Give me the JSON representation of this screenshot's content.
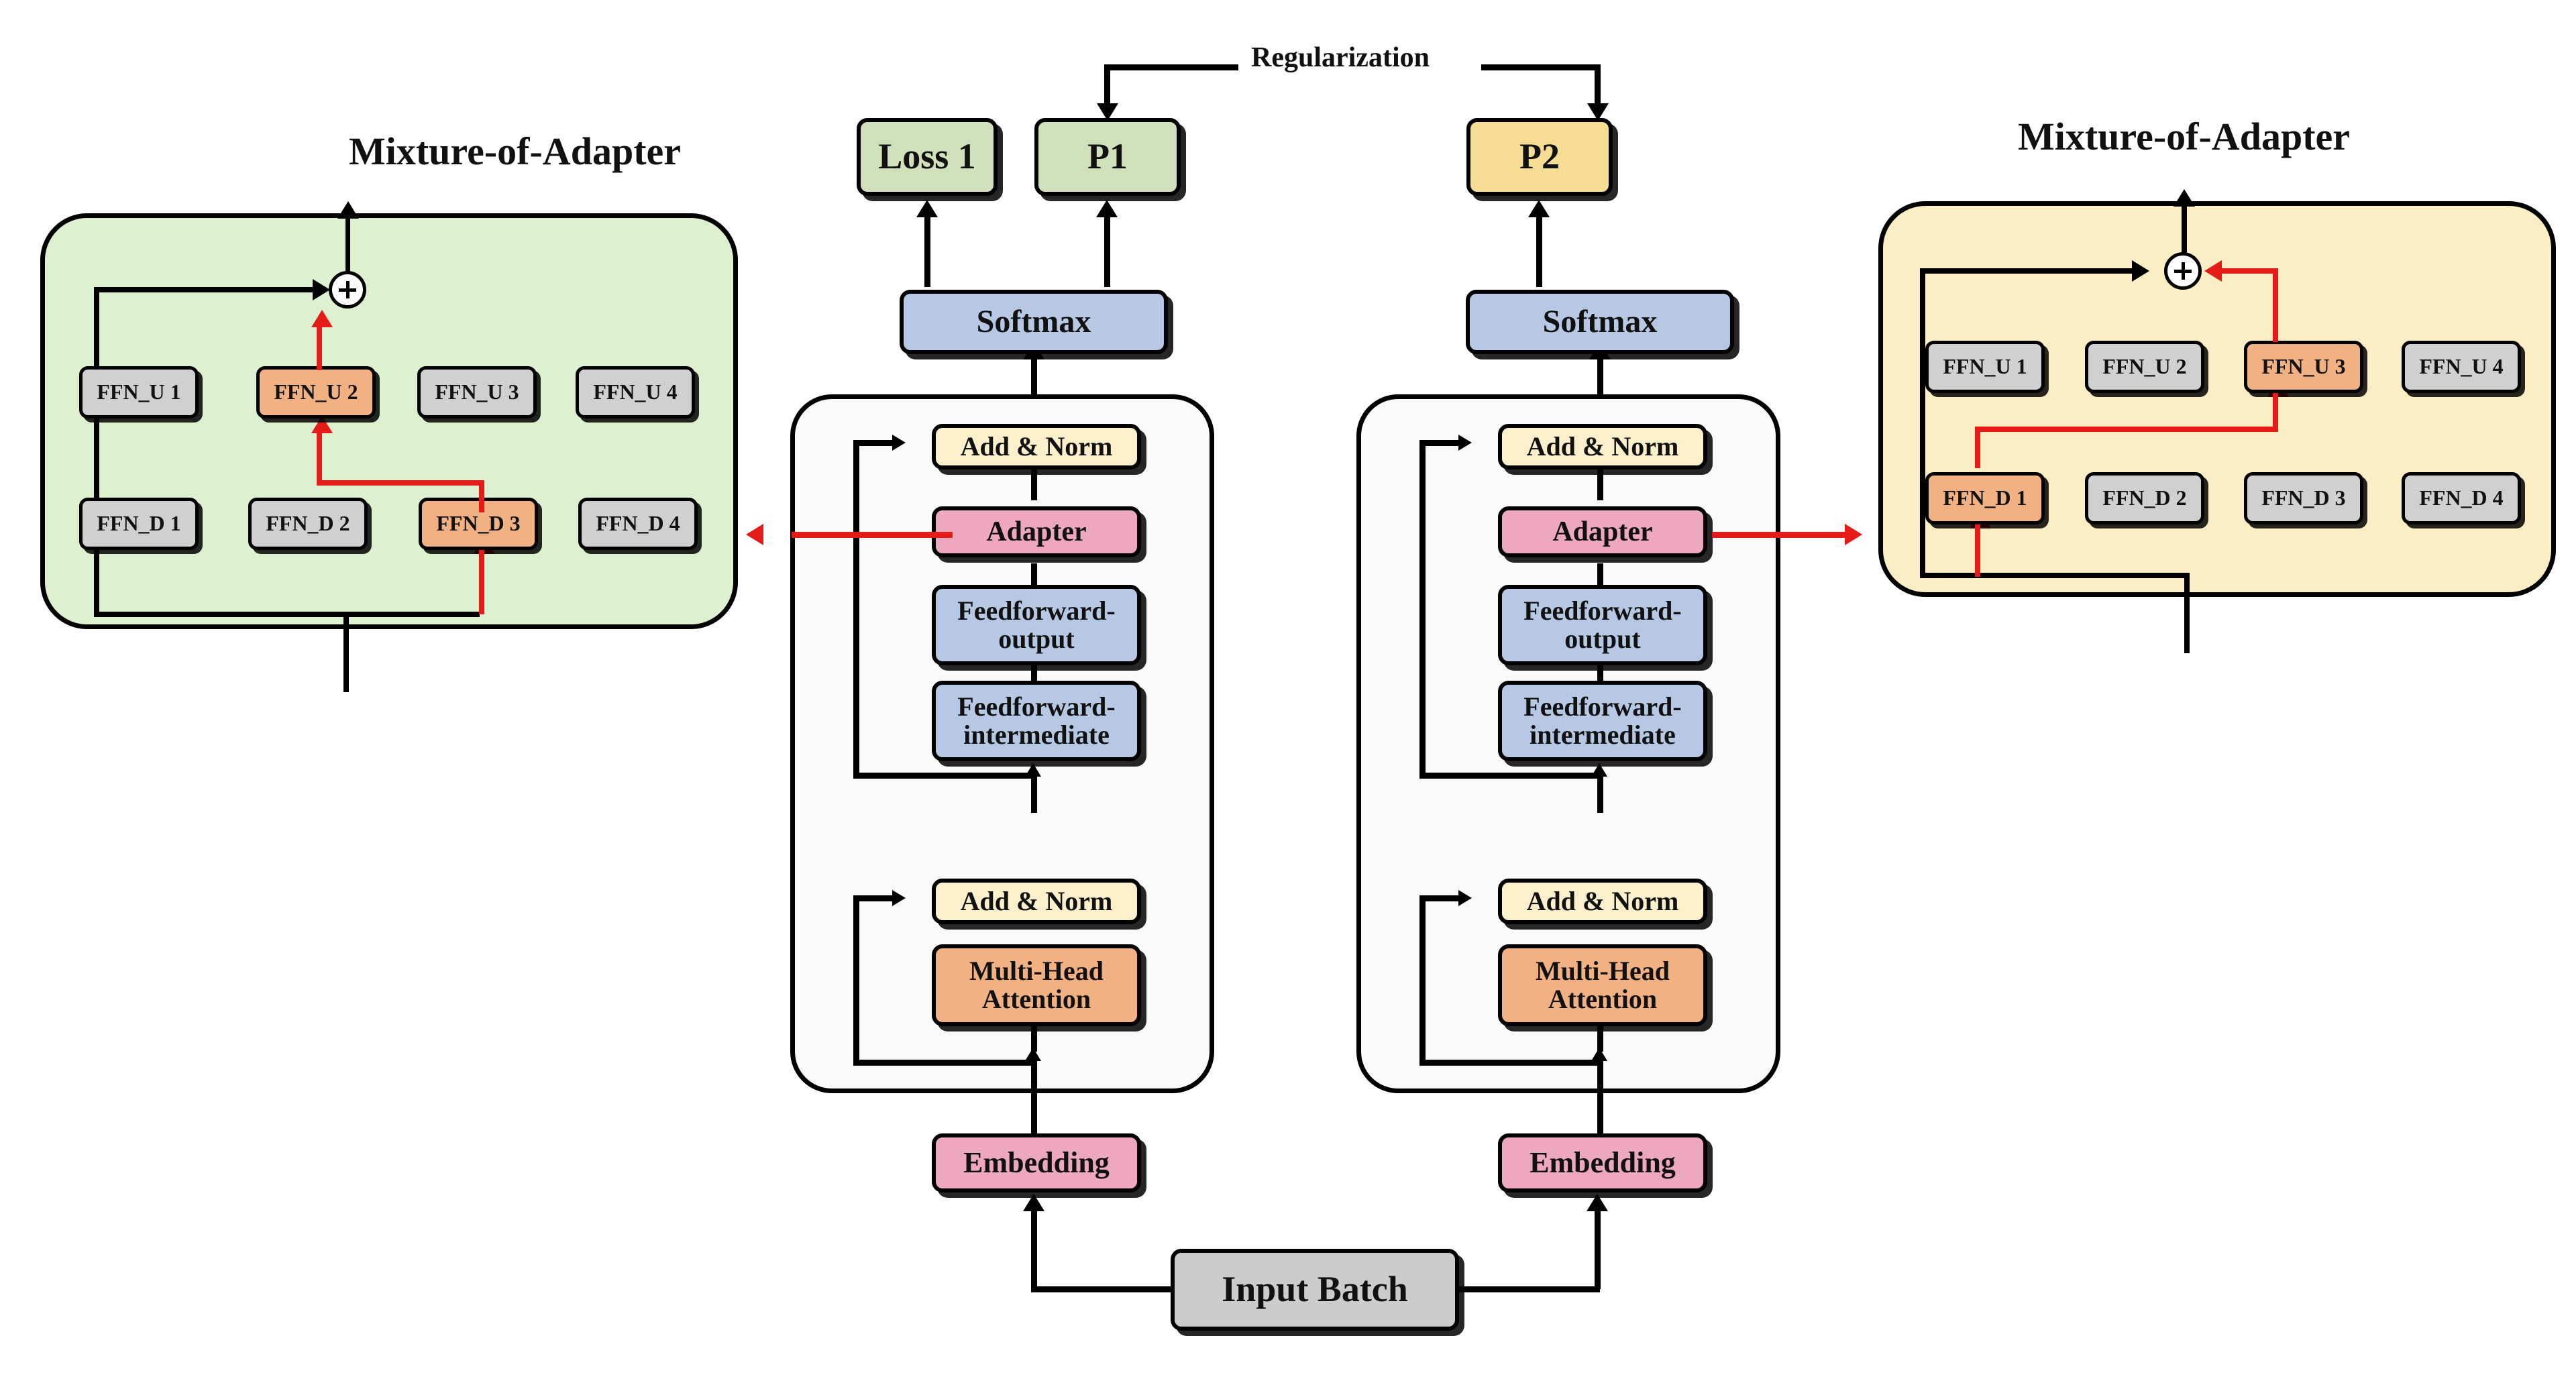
{
  "figure": {
    "type": "diagram",
    "description": "Dual-branch transformer architecture with Mixture-of-Adapter modules"
  },
  "left_panel": {
    "title": "Mixture-of-Adapter",
    "bg_color": "#ddf0cf",
    "ffn_up": [
      {
        "label": "FFN_U 1",
        "active": false
      },
      {
        "label": "FFN_U 2",
        "active": true
      },
      {
        "label": "FFN_U 3",
        "active": false
      },
      {
        "label": "FFN_U 4",
        "active": false
      }
    ],
    "ffn_down": [
      {
        "label": "FFN_D 1",
        "active": false
      },
      {
        "label": "FFN_D 2",
        "active": false
      },
      {
        "label": "FFN_D 3",
        "active": true
      },
      {
        "label": "FFN_D 4",
        "active": false
      }
    ],
    "adder": "plus-circle"
  },
  "right_panel": {
    "title": "Mixture-of-Adapter",
    "bg_color": "#fbeec4",
    "ffn_up": [
      {
        "label": "FFN_U 1",
        "active": false
      },
      {
        "label": "FFN_U 2",
        "active": false
      },
      {
        "label": "FFN_U 3",
        "active": true
      },
      {
        "label": "FFN_U 4",
        "active": false
      }
    ],
    "ffn_down": [
      {
        "label": "FFN_D 1",
        "active": true
      },
      {
        "label": "FFN_D 2",
        "active": false
      },
      {
        "label": "FFN_D 3",
        "active": false
      },
      {
        "label": "FFN_D 4",
        "active": false
      }
    ],
    "adder": "plus-circle"
  },
  "top": {
    "regularization_label": "Regularization",
    "loss1": "Loss 1",
    "p1": "P1",
    "p2": "P2"
  },
  "branch_left": {
    "softmax": "Softmax",
    "add_norm_top": "Add &  Norm",
    "adapter": "Adapter",
    "ff_output": "Feedforward-output",
    "ff_intermediate": "Feedforward-intermediate",
    "add_norm_bottom": "Add & Norm",
    "mha": "Multi-Head Attention",
    "embedding": "Embedding"
  },
  "branch_right": {
    "softmax": "Softmax",
    "add_norm_top": "Add &  Norm",
    "adapter": "Adapter",
    "ff_output": "Feedforward-output",
    "ff_intermediate": "Feedforward-intermediate",
    "add_norm_bottom": "Add & Norm",
    "mha": "Multi-Head Attention",
    "embedding": "Embedding"
  },
  "bottom": {
    "input_batch": "Input Batch"
  },
  "colors": {
    "green_box": "#cfe0bb",
    "yellow_box": "#f7dd94",
    "blue_box": "#b6c8e4",
    "cream_box": "#fbf0cb",
    "pink_box": "#eda7bf",
    "orange_box": "#f2b183",
    "gray_box": "#d0d0d0",
    "panel_green": "#ddf0cf",
    "panel_yellow": "#fbeec4",
    "red_accent": "#e41b17",
    "outline": "#000000"
  }
}
